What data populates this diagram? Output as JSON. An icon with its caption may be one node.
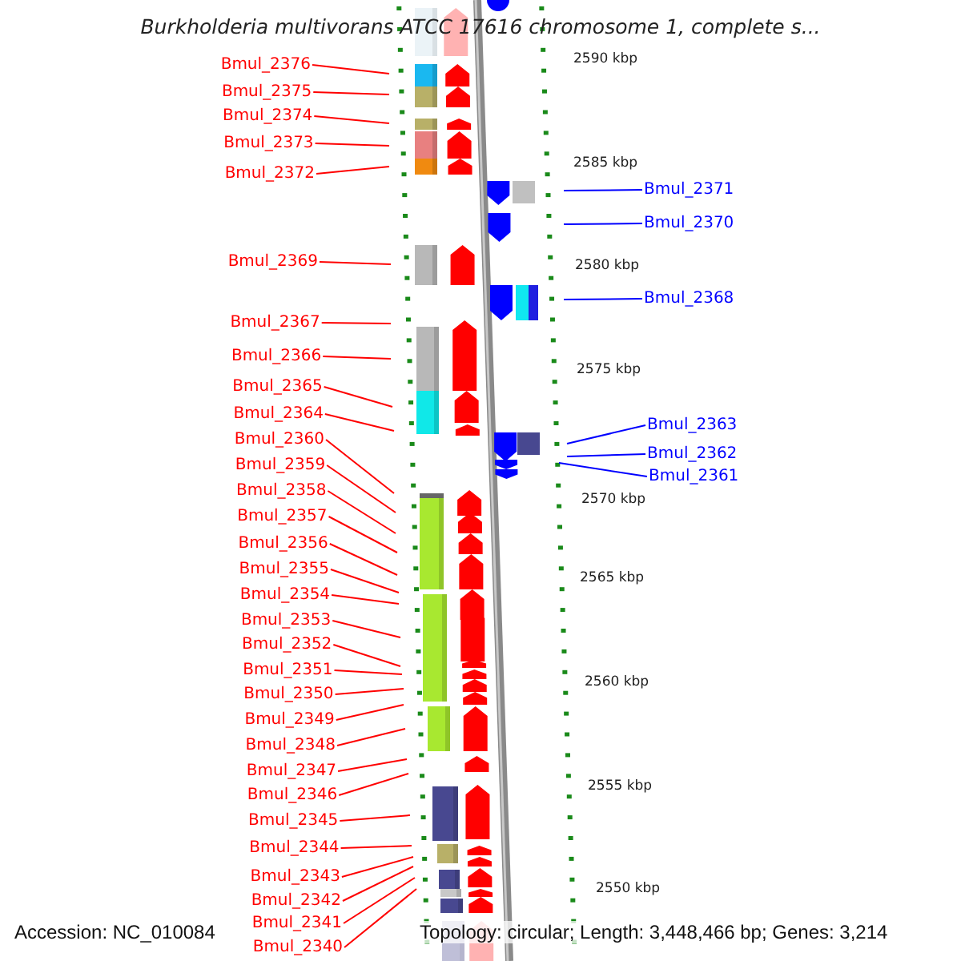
{
  "diagram": {
    "title": "Burkholderia multivorans ATCC 17616 chromosome 1, complete s...",
    "nodes": [
      {
        "text": [
          "Bmul_2376"
        ]
      },
      {
        "text": [
          "Bmul_2375"
        ]
      },
      {
        "text": [
          "Bmul_2374"
        ]
      },
      {
        "text": [
          "Bmul_2373"
        ]
      },
      {
        "text": [
          "Bmul_2372"
        ]
      },
      {
        "text": [
          "Bmul_2369"
        ]
      },
      {
        "text": [
          "Bmul_2367"
        ]
      },
      {
        "text": [
          "Bmul_2366"
        ]
      },
      {
        "text": [
          "Bmul_2365"
        ]
      },
      {
        "text": [
          "Bmul_2364"
        ]
      },
      {
        "text": [
          "Bmul_2360"
        ]
      },
      {
        "text": [
          "Bmul_2359"
        ]
      },
      {
        "text": [
          "Bmul_2358"
        ]
      },
      {
        "text": [
          "Bmul_2357"
        ]
      },
      {
        "text": [
          "Bmul_2356"
        ]
      },
      {
        "text": [
          "Bmul_2355"
        ]
      },
      {
        "text": [
          "Bmul_2354"
        ]
      },
      {
        "text": [
          "Bmul_2353"
        ]
      },
      {
        "text": [
          "Bmul_2352"
        ]
      },
      {
        "text": [
          "Bmul_2351"
        ]
      },
      {
        "text": [
          "Bmul_2350"
        ]
      },
      {
        "text": [
          "Bmul_2349"
        ]
      },
      {
        "text": [
          "Bmul_2348"
        ]
      },
      {
        "text": [
          "Bmul_2347"
        ]
      },
      {
        "text": [
          "Bmul_2346"
        ]
      },
      {
        "text": [
          "Bmul_2345"
        ]
      },
      {
        "text": [
          "Bmul_2344"
        ]
      },
      {
        "text": [
          "Bmul_2343"
        ]
      },
      {
        "text": [
          "Bmul_2342"
        ]
      },
      {
        "text": [
          "Bmul_2341"
        ]
      },
      {
        "text": [
          "Bmul_2340"
        ]
      },
      {
        "text": [
          "Bmul_2371"
        ]
      },
      {
        "text": [
          "Bmul_2370"
        ]
      },
      {
        "text": [
          "Bmul_2368"
        ]
      },
      {
        "text": [
          "Bmul_2363"
        ]
      },
      {
        "text": [
          "Bmul_2362"
        ]
      },
      {
        "text": [
          "Bmul_2361"
        ]
      }
    ],
    "edges": [
      {
        "from": 0,
        "to": null,
        "arrow": "none"
      },
      {
        "from": 1,
        "to": null,
        "arrow": "none"
      },
      {
        "from": 2,
        "to": null,
        "arrow": "none"
      },
      {
        "from": 3,
        "to": null,
        "arrow": "none"
      },
      {
        "from": 4,
        "to": null,
        "arrow": "none"
      },
      {
        "from": 5,
        "to": null,
        "arrow": "none"
      },
      {
        "from": 6,
        "to": null,
        "arrow": "none"
      },
      {
        "from": 7,
        "to": null,
        "arrow": "none"
      },
      {
        "from": 8,
        "to": null,
        "arrow": "none"
      },
      {
        "from": 9,
        "to": null,
        "arrow": "none"
      },
      {
        "from": 10,
        "to": null,
        "arrow": "none"
      },
      {
        "from": 11,
        "to": null,
        "arrow": "none"
      },
      {
        "from": 12,
        "to": null,
        "arrow": "none"
      },
      {
        "from": 13,
        "to": null,
        "arrow": "none"
      },
      {
        "from": 14,
        "to": null,
        "arrow": "none"
      },
      {
        "from": 15,
        "to": null,
        "arrow": "none"
      },
      {
        "from": 16,
        "to": null,
        "arrow": "none"
      },
      {
        "from": 17,
        "to": null,
        "arrow": "none"
      },
      {
        "from": 18,
        "to": null,
        "arrow": "none"
      },
      {
        "from": 19,
        "to": null,
        "arrow": "none"
      },
      {
        "from": 20,
        "to": null,
        "arrow": "none"
      },
      {
        "from": 21,
        "to": null,
        "arrow": "none"
      },
      {
        "from": 22,
        "to": null,
        "arrow": "none"
      },
      {
        "from": 23,
        "to": null,
        "arrow": "none"
      },
      {
        "from": 24,
        "to": null,
        "arrow": "none"
      },
      {
        "from": 25,
        "to": null,
        "arrow": "none"
      },
      {
        "from": 26,
        "to": null,
        "arrow": "none"
      },
      {
        "from": 27,
        "to": null,
        "arrow": "none"
      },
      {
        "from": 28,
        "to": null,
        "arrow": "none"
      },
      {
        "from": 29,
        "to": null,
        "arrow": "none"
      },
      {
        "from": 30,
        "to": null,
        "arrow": "none"
      },
      {
        "from": 31,
        "to": null,
        "arrow": "none",
        "color": "#0000ff"
      },
      {
        "from": 32,
        "to": null,
        "arrow": "none",
        "color": "#0000ff"
      },
      {
        "from": 33,
        "to": null,
        "arrow": "none",
        "color": "#0000ff"
      },
      {
        "from": 34,
        "to": null,
        "arrow": "none",
        "color": "#0000ff"
      },
      {
        "from": 35,
        "to": null,
        "arrow": "none",
        "color": "#0000ff"
      },
      {
        "from": 36,
        "to": null,
        "arrow": "none",
        "color": "#0000ff"
      }
    ],
    "labels": [
      "2590 kbp",
      "2585 kbp",
      "2580 kbp",
      "2575 kbp",
      "2570 kbp",
      "2565 kbp",
      "2560 kbp",
      "2555 kbp",
      "2550 kbp",
      "Accession: NC_010084",
      "Topology: circular; Length: 3,448,466 bp; Genes: 3,214"
    ]
  }
}
